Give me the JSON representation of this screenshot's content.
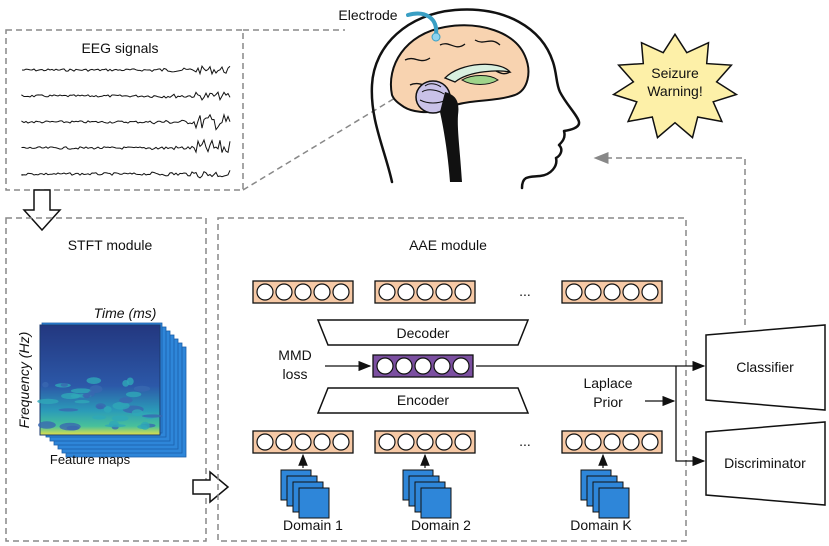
{
  "electrode_label": "Electrode",
  "warning": {
    "line1": "Seizure",
    "line2": "Warning!",
    "fill": "#fdf0a8"
  },
  "eeg": {
    "title": "EEG signals",
    "channel_count": 5
  },
  "stft": {
    "title": "STFT module",
    "time_axis": "Time (ms)",
    "freq_axis": "Frequency (Hz)",
    "caption": "Feature maps"
  },
  "aae": {
    "title": "AAE module",
    "decoder": "Decoder",
    "encoder": "Encoder",
    "mmd_line1": "MMD",
    "mmd_line2": "loss",
    "laplace_line1": "Laplace",
    "laplace_line2": "Prior",
    "ellipsis": "...",
    "domains": [
      "Domain 1",
      "Domain 2",
      "Domain K"
    ]
  },
  "heads": {
    "classifier": "Classifier",
    "discriminator": "Discriminator"
  },
  "colors": {
    "feature_vector": "#f6c9a6",
    "latent_vector": "#7b4fa0",
    "domain_square": "#2e86d9",
    "brain": "#f8d3b0",
    "dashed": "#888888"
  }
}
